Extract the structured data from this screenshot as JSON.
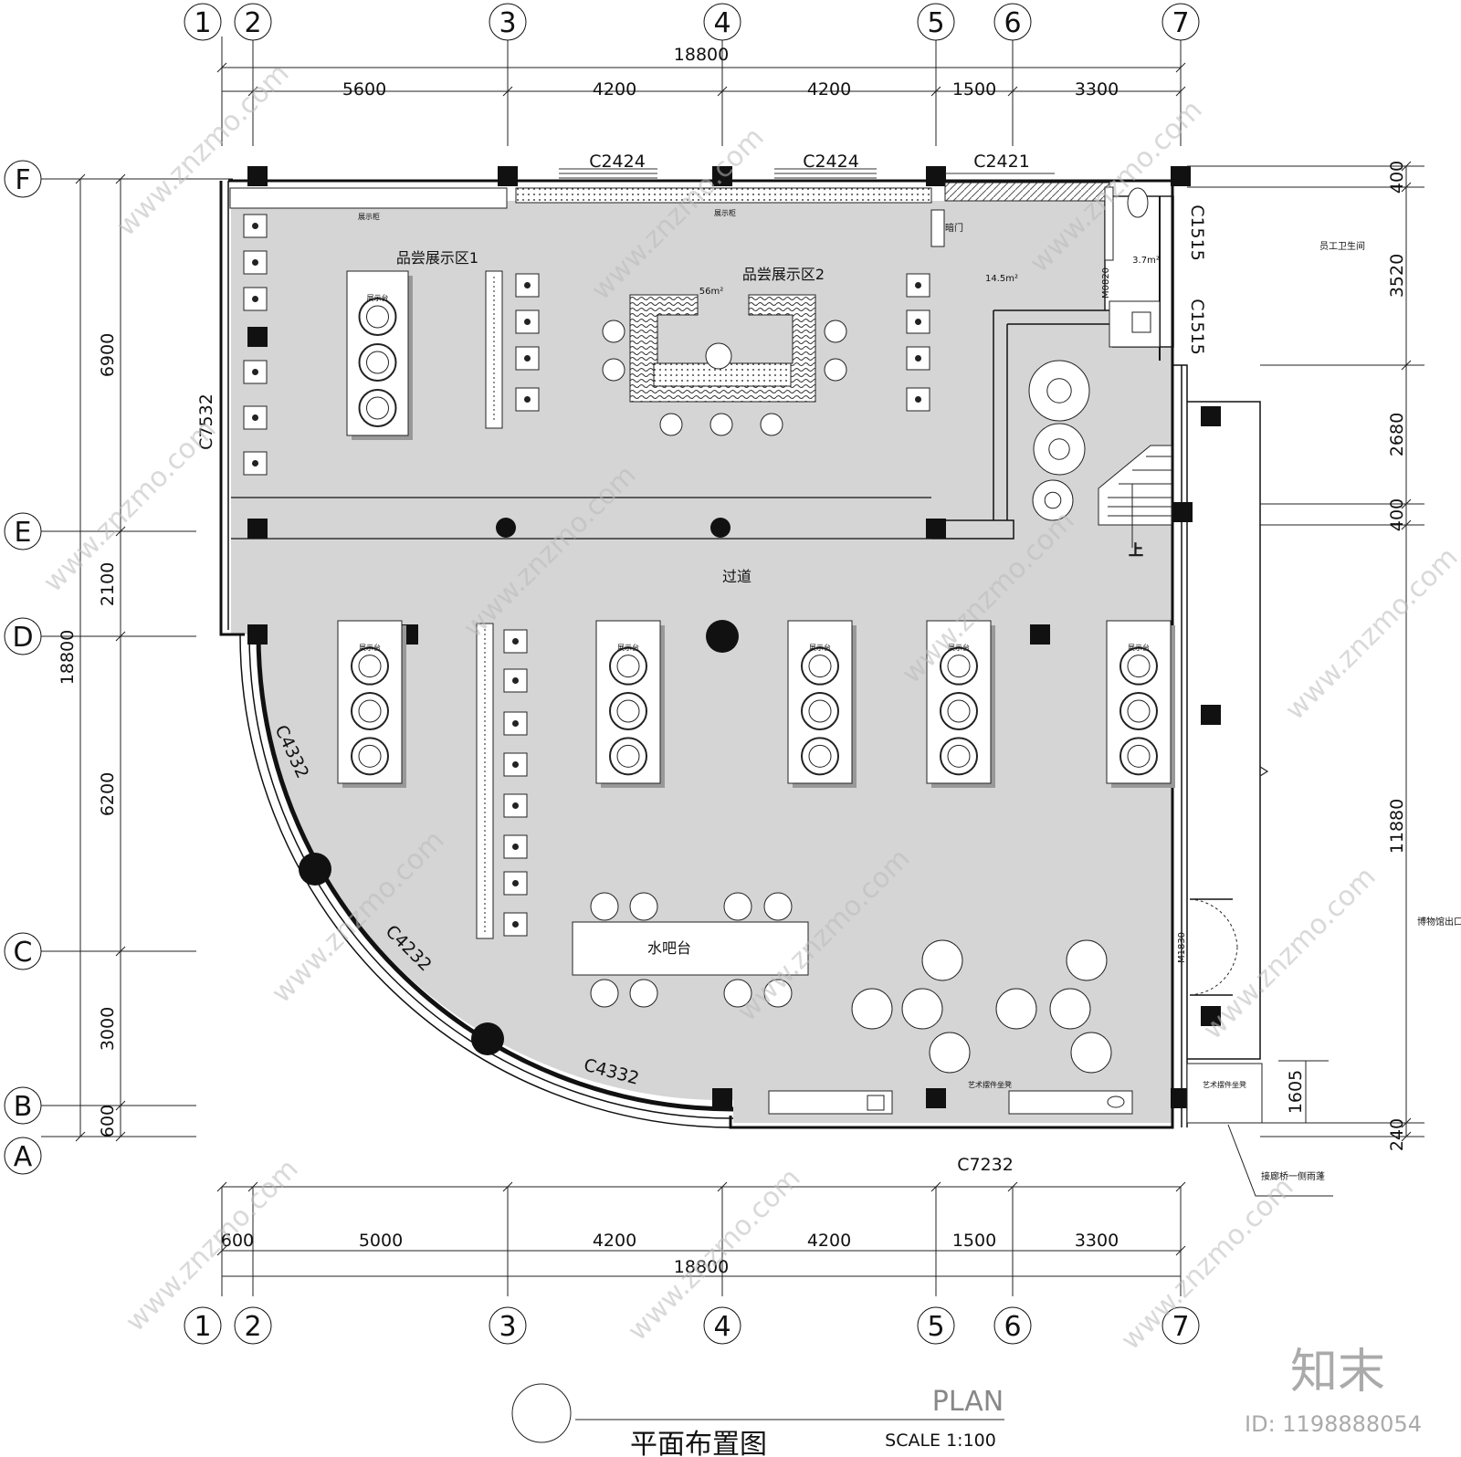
{
  "axes_top": [
    "1",
    "2",
    "3",
    "4",
    "5",
    "6",
    "7"
  ],
  "axes_left": [
    "F",
    "E",
    "D",
    "C",
    "B",
    "A"
  ],
  "dims": {
    "top_total": "18800",
    "top_parts": [
      "5600",
      "4200",
      "4200",
      "1500",
      "3300"
    ],
    "bottom_parts": [
      "600",
      "5000",
      "4200",
      "4200",
      "1500",
      "3300"
    ],
    "bottom_total": "18800",
    "left_total": "18800",
    "left_parts": [
      "6900",
      "2100",
      "6200",
      "3000",
      "600"
    ],
    "right_parts": [
      "400",
      "3520",
      "2680",
      "400",
      "11880",
      "1605",
      "240"
    ]
  },
  "windows": {
    "c2424_a": "C2424",
    "c2424_b": "C2424",
    "c2421": "C2421",
    "c1515_a": "C1515",
    "c1515_b": "C1515",
    "c7532": "C7532",
    "c4332_a": "C4332",
    "c4232": "C4232",
    "c4332_b": "C4332",
    "c7232": "C7232",
    "m0820": "M0820",
    "m1830": "M1830"
  },
  "rooms": {
    "zone1": "品尝展示区1",
    "zone2": "品尝展示区2",
    "area_56": "56m²",
    "area_145": "14.5m²",
    "area_37": "3.7m²",
    "secret_door": "暗门",
    "staff_wc": "员工卫生间",
    "corridor": "过道",
    "water_bar": "水吧台",
    "museum_exit": "博物馆出口",
    "bridge_canopy": "接廊桥一侧雨蓬",
    "art_seat_a": "艺术摆件坐凳",
    "art_seat_b": "艺术摆件坐凳",
    "stair_up": "上",
    "cabinet_a": "展示柜",
    "cabinet_b": "展示柜",
    "display_table": "展示台"
  },
  "title": {
    "cn": "平面布置图",
    "en": "PLAN",
    "scale": "SCALE  1:100"
  },
  "watermark": {
    "text": "www.znzmo.com",
    "brand": "知末",
    "id": "ID: 1198888054"
  }
}
